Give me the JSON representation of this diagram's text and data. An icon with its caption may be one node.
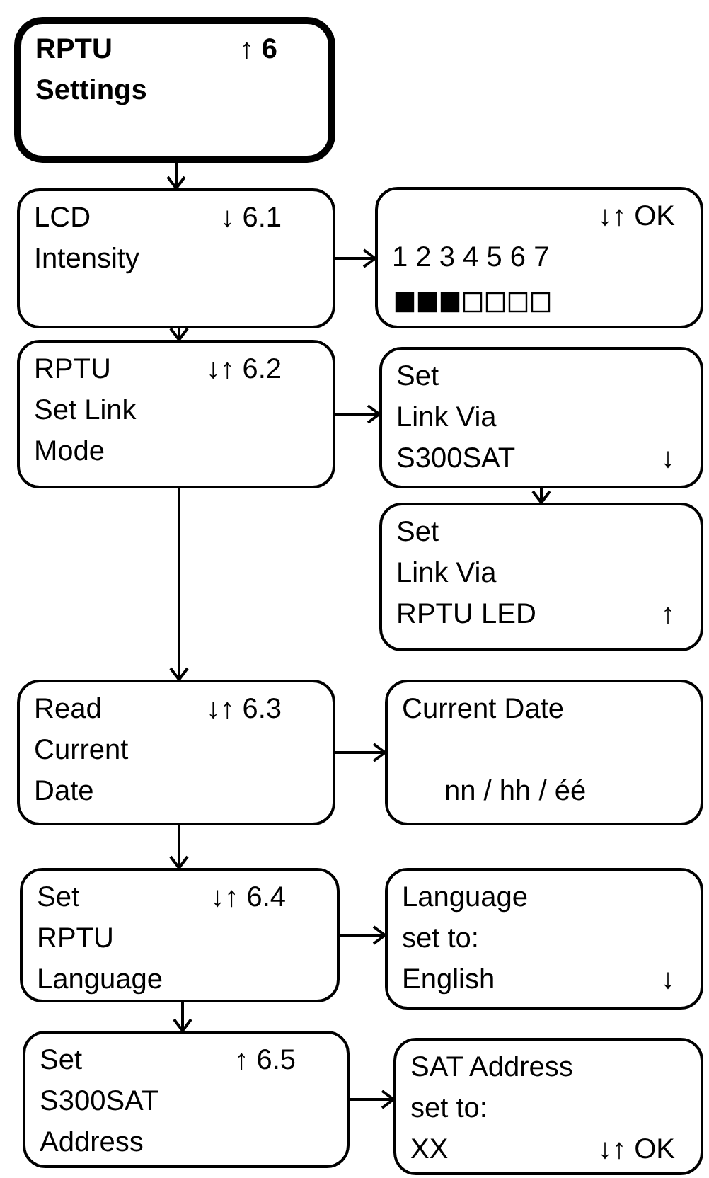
{
  "diagram": {
    "nodes": [
      {
        "text": [
          "RPTU",
          "↑ 6",
          "Settings"
        ]
      },
      {
        "text": [
          "LCD",
          "↓ 6.1",
          "Intensity"
        ]
      },
      {
        "text": [
          "↓↑ OK",
          "1 2 3 4 5 6 7"
        ]
      },
      {
        "text": [
          "RPTU",
          "↓↑ 6.2",
          "Set Link",
          "Mode"
        ]
      },
      {
        "text": [
          "Set",
          "Link Via",
          "S300SAT",
          "↓"
        ]
      },
      {
        "text": [
          "Set",
          "Link Via",
          "RPTU LED",
          "↑"
        ]
      },
      {
        "text": [
          "Read",
          "↓↑ 6.3",
          "Current",
          "Date"
        ]
      },
      {
        "text": [
          "Current Date",
          "nn / hh / éé"
        ]
      },
      {
        "text": [
          "Set",
          "↓↑ 6.4",
          "RPTU",
          "Language"
        ]
      },
      {
        "text": [
          "Language",
          "set to:",
          "English",
          "↓"
        ]
      },
      {
        "text": [
          "Set",
          "↑ 6.5",
          "S300SAT",
          "Address"
        ]
      },
      {
        "text": [
          "SAT Address",
          "set to:",
          "XX",
          "↓↑ OK"
        ]
      }
    ],
    "edges": [
      {
        "from": 0,
        "to": 1,
        "arrow": "to"
      },
      {
        "from": 1,
        "to": 2,
        "arrow": "to"
      },
      {
        "from": 1,
        "to": 3,
        "arrow": "to"
      },
      {
        "from": 3,
        "to": 4,
        "arrow": "to"
      },
      {
        "from": 4,
        "to": 5,
        "arrow": "to"
      },
      {
        "from": 3,
        "to": 6,
        "arrow": "to"
      },
      {
        "from": 6,
        "to": 7,
        "arrow": "to"
      },
      {
        "from": 6,
        "to": 8,
        "arrow": "to"
      },
      {
        "from": 8,
        "to": 9,
        "arrow": "to"
      },
      {
        "from": 8,
        "to": 10,
        "arrow": "to"
      },
      {
        "from": 10,
        "to": 11,
        "arrow": "to"
      }
    ]
  }
}
